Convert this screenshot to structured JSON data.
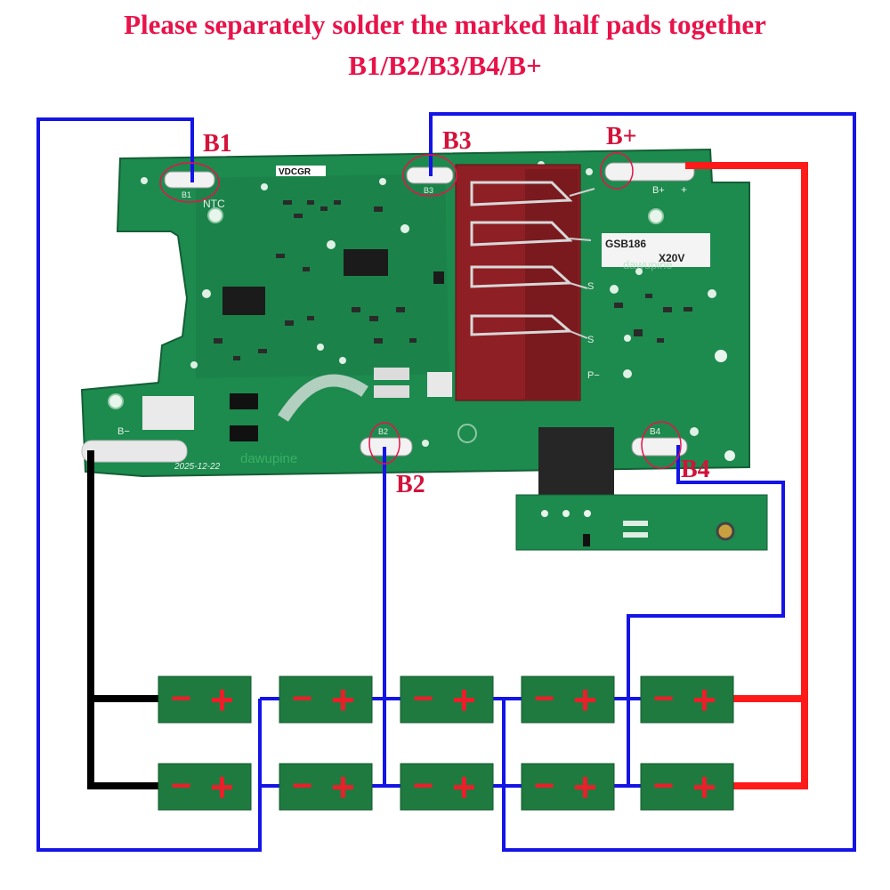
{
  "title": {
    "line1": "Please separately solder the marked half pads together",
    "line2": "B1/B2/B3/B4/B+"
  },
  "pad_labels": {
    "b1": "B1",
    "b2": "B2",
    "b3": "B3",
    "b4": "B4",
    "bplus": "B+"
  },
  "board_silkscreen": {
    "pad_b1": "B1",
    "pad_b3": "B3",
    "pad_b2": "B2",
    "pad_b4": "B4",
    "pad_bplus": "B+",
    "pad_bminus": "B−",
    "ntc": "NTC",
    "vdcgr": "VDCGR",
    "model": "GSB186",
    "voltage": "X20V",
    "plus_mark": "+",
    "minus_mark": "P−",
    "s_mark": "S",
    "date_code": "2025-12-22",
    "watermark": "dawupine"
  },
  "cell_polarity": {
    "minus": "−",
    "plus": "+"
  },
  "colors": {
    "title": "#e8134a",
    "label": "#d4123a",
    "pcb": "#1d8a4e",
    "pcb_dark": "#16683a",
    "cell": "#1f7a3f",
    "polarity": "#e8202a",
    "wire_blue": "#1414e6",
    "wire_red": "#ff1a1a",
    "wire_black": "#000000",
    "connector": "#8e1f24"
  }
}
